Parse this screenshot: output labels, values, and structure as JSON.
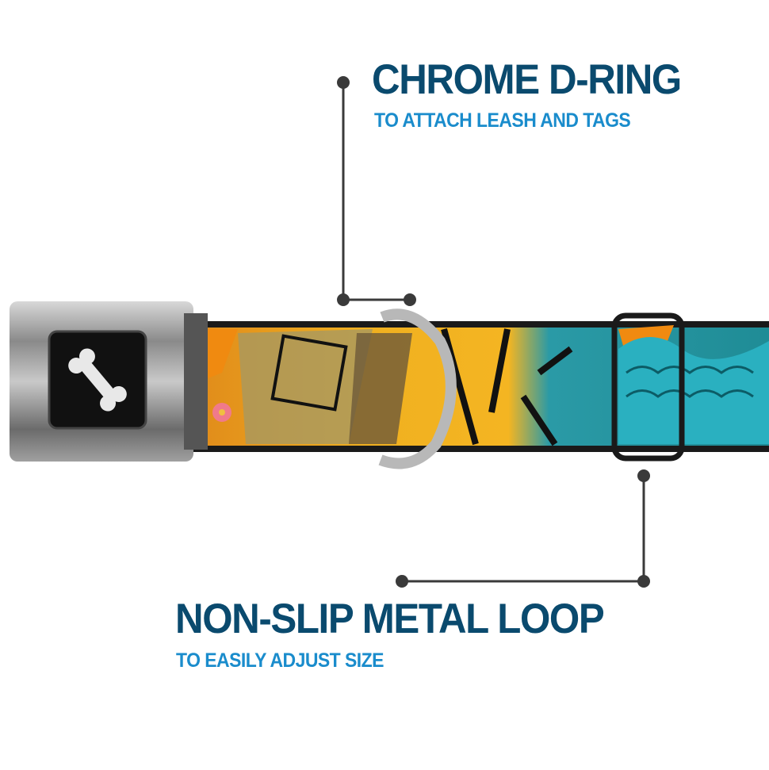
{
  "callouts": [
    {
      "title": "CHROME D-RING",
      "subtitle": "TO ATTACH LEASH AND TAGS"
    },
    {
      "title": "NON-SLIP METAL LOOP",
      "subtitle": "TO EASILY ADJUST SIZE"
    }
  ],
  "colors": {
    "title": "#0a4a6e",
    "subtitle": "#1a8ccc",
    "leader": "#3a3a3a"
  },
  "icons": [
    "bone-icon"
  ]
}
